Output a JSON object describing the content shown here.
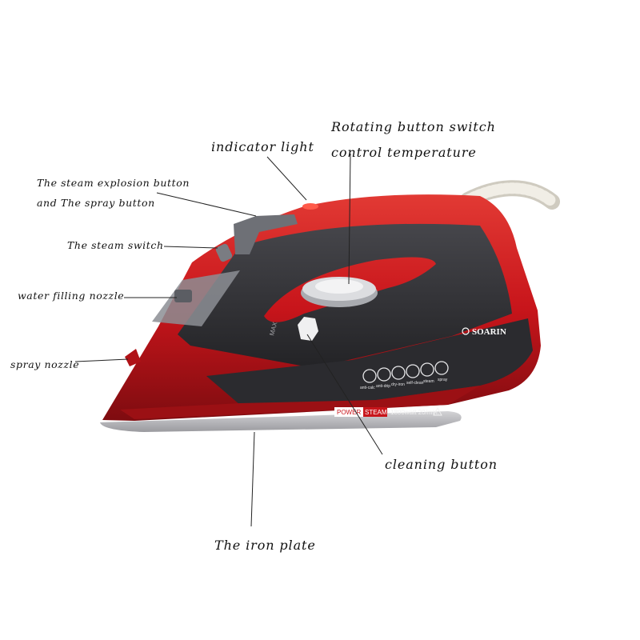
{
  "labels": {
    "indicator_light": "indicator light",
    "rotating_switch_line1": "Rotating button switch",
    "rotating_switch_line2": "control temperature",
    "steam_explosion_line1": "The steam explosion button",
    "steam_explosion_line2": "and The spray button",
    "steam_switch": "The steam switch",
    "water_filling_nozzle": "water filling nozzle",
    "spray_nozzle": "spray nozzle",
    "cleaning_button": "cleaning button",
    "iron_plate": "The iron plate"
  },
  "product": {
    "brand": "SOARIN",
    "max_mark": "MAX",
    "power_badge_left": "POWER",
    "power_badge_right": "STEAM",
    "rating": "1800watt 20/min.",
    "function_labels": [
      "anti-calc",
      "anti-drip",
      "dry-iron",
      "self-clean",
      "steam",
      "spray"
    ]
  },
  "colors": {
    "body_red": "#c8151b",
    "dark_panel": "#2f2f33",
    "sole_plate": "#b9b9bd",
    "cord": "#e9e6dc",
    "leader_lines": "#222222"
  }
}
